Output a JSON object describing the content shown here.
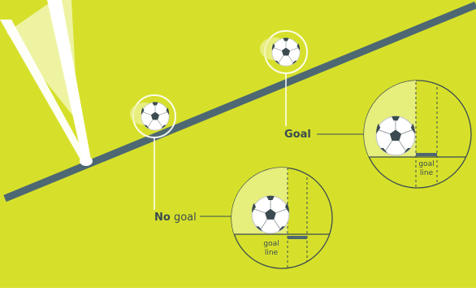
{
  "colors": {
    "background": "#d6e02b",
    "goal_line": "#4d6872",
    "post": "#ffffff",
    "net_shade": "#eef3a2",
    "leader": "#ffffff",
    "text": "#3b4b50",
    "inset_shade": "#e6ee7c"
  },
  "callouts": {
    "goal": {
      "label_bold": "Goal",
      "label_regular": ""
    },
    "no_goal": {
      "label_bold": "No",
      "label_regular": " goal"
    }
  },
  "insets": {
    "goal": {
      "caption_line1": "goal",
      "caption_line2": "line"
    },
    "no_goal": {
      "caption_line1": "goal",
      "caption_line2": "line"
    }
  },
  "icons": [
    "soccer-ball-icon",
    "goal-post"
  ]
}
